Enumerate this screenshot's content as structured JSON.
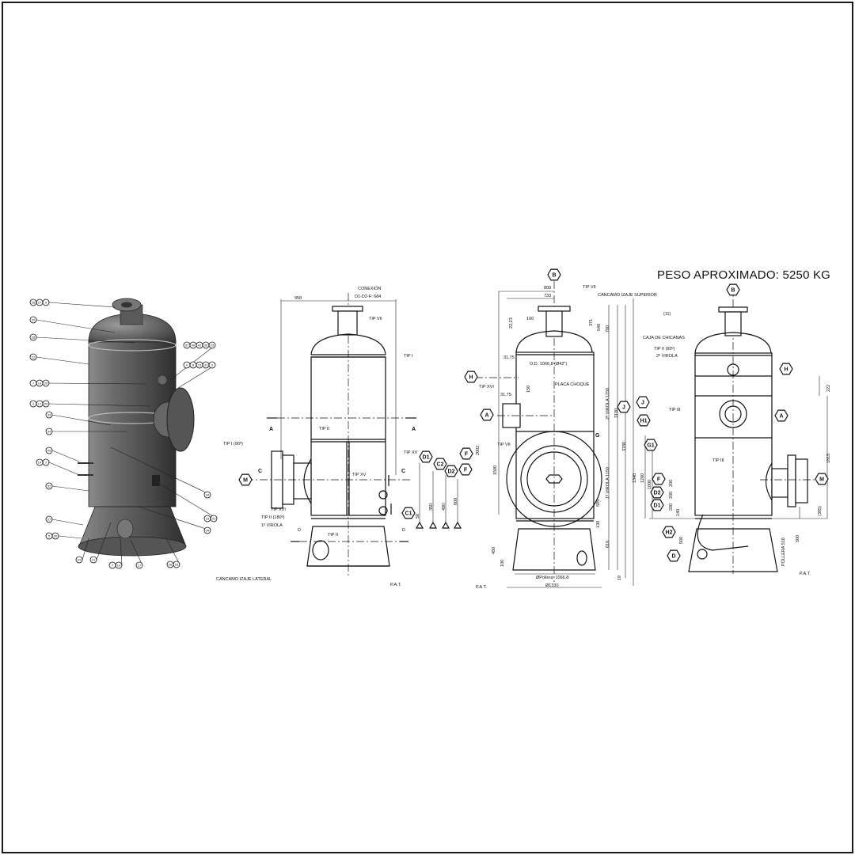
{
  "title": "PESO APROXIMADO: 5250 KG",
  "iso_view": {
    "balloons": [
      "26 27 9",
      "32",
      "28",
      "22",
      "7 14 20",
      "9 17 20",
      "33",
      "34",
      "26",
      "14 7",
      "32",
      "27",
      "5 30",
      "24",
      "21",
      "7 14",
      "17",
      "26 25",
      "34",
      "19 41",
      "34",
      "37 40 42 39 23",
      "4 8 15 31 3"
    ]
  },
  "front_view": {
    "labels": {
      "conexion": "CONEXIÓN",
      "conexion_sub": "D1-D2-F: 684",
      "dim_958": "958",
      "tip_vii": "TIP VII",
      "tip_i": "TIP I",
      "tip_ii": "TIP II",
      "tip_i_90": "TIP I (90º)",
      "tip_xv_a": "TIP XV",
      "tip_xv_b": "TIP XV",
      "tip_xvi": "TIP XVI",
      "tip_ii_180": "TIP II (180º)",
      "virola_1": "1º VIROLA",
      "tip_ii_b": "TIP II",
      "cancamo_lateral": "CÁNCAMO IZAJE LATERAL",
      "pat": "P.A.T.",
      "sec_a1": "A",
      "sec_a2": "A",
      "sec_c1": "C",
      "sec_c2": "C",
      "sec_d1": "D",
      "sec_d2": "D",
      "dim_350": "350",
      "dim_400": "400",
      "dim_600": "600",
      "dim_50": "50"
    },
    "hex_tags": [
      "M",
      "D1",
      "C2",
      "D2",
      "F",
      "C1"
    ]
  },
  "side_view": {
    "labels": {
      "dim_800": "800",
      "dim_733": "733",
      "tip_vii": "TIP VII",
      "cancamo_superior": "CÁNCAMO IZAJE SUPERIOR",
      "dim_100": "100",
      "dim_2223": "22,23",
      "dim_371": "371",
      "dim_540": "540",
      "dim_700": "700",
      "dim_3175a": "31,75",
      "dim_od": "O.D. 1066,8 (Ø42\")",
      "tip_xvi": "TIP XVI",
      "dim_3175b": "31,75",
      "dim_150": "150",
      "placa_choque": "PLACA CHOQUE",
      "virola_2": "2º VIROLA 1250",
      "dim_3100": "3100",
      "dim_3780": "3780",
      "g": "G",
      "tip_vii_b": "TIP VII",
      "dim_2002": "2002",
      "dim_1500": "1500",
      "virola_1": "1º VIROLA 1150",
      "dim_585": "585",
      "dim_130": "130",
      "dim_610": "610",
      "dim_450": "450",
      "dim_100b": "100",
      "pat": "P.A.T.",
      "dim_pollera": "ØPollera: 1066,8",
      "dim_1330": "Ø1330",
      "dim_19": "19"
    },
    "hex_tags": [
      "B",
      "H",
      "A",
      "F",
      "J"
    ]
  },
  "rear_view": {
    "labels": {
      "weld_11": "(11)",
      "caja": "CAJA DE CHICANAS",
      "tip_ii_90": "TIP II (90º)",
      "virola_2": "2º VIROLA",
      "tip_iii_a": "TIP III",
      "tip_iii_b": "TIP III",
      "dim_222": "222",
      "dim_1815": "1815",
      "dim_1340": "1340",
      "dim_1200": "1200",
      "dim_1000": "1000",
      "dim_200a": "200",
      "dim_200b": "200",
      "dim_200c": "200",
      "dim_140": "140",
      "dim_500a": "500",
      "dim_500b": "500",
      "dim_395": "(395)",
      "pollera": "POLLERA 510",
      "pat": "P.A.T."
    },
    "hex_tags": [
      "B",
      "H",
      "A",
      "J",
      "H1",
      "G1",
      "M",
      "F",
      "D2",
      "D1",
      "H2",
      "D"
    ]
  }
}
